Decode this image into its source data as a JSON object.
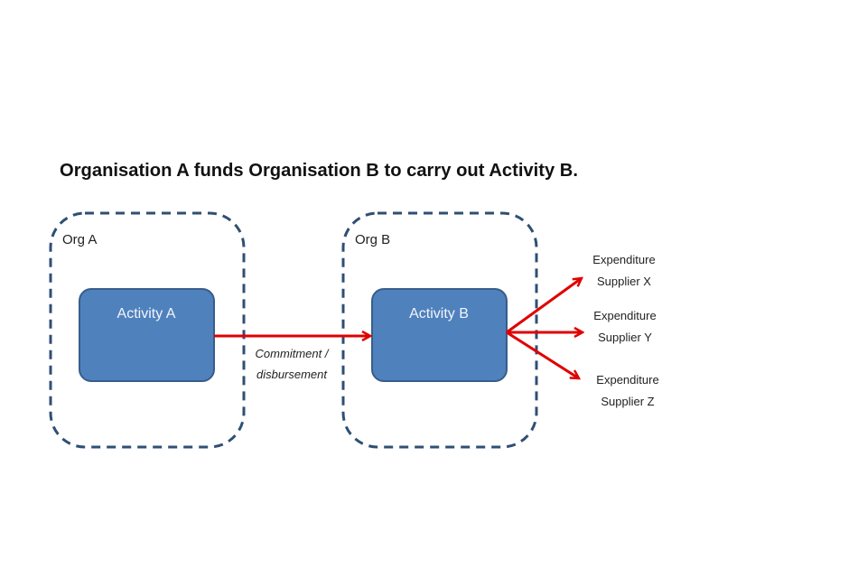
{
  "title": "Organisation A funds Organisation B to carry out Activity B.",
  "org_a": {
    "label": "Org A",
    "activity": "Activity A"
  },
  "org_b": {
    "label": "Org B",
    "activity": "Activity B"
  },
  "flow_label": {
    "line1": "Commitment /",
    "line2": "disbursement"
  },
  "expenditures": [
    {
      "line1": "Expenditure",
      "line2": "Supplier X"
    },
    {
      "line1": "Expenditure",
      "line2": "Supplier Y"
    },
    {
      "line1": "Expenditure",
      "line2": "Supplier Z"
    }
  ],
  "colors": {
    "activity_fill": "#4f81bd",
    "activity_stroke": "#385d8a",
    "org_dash": "#2f4f74",
    "arrow": "#e00000"
  }
}
